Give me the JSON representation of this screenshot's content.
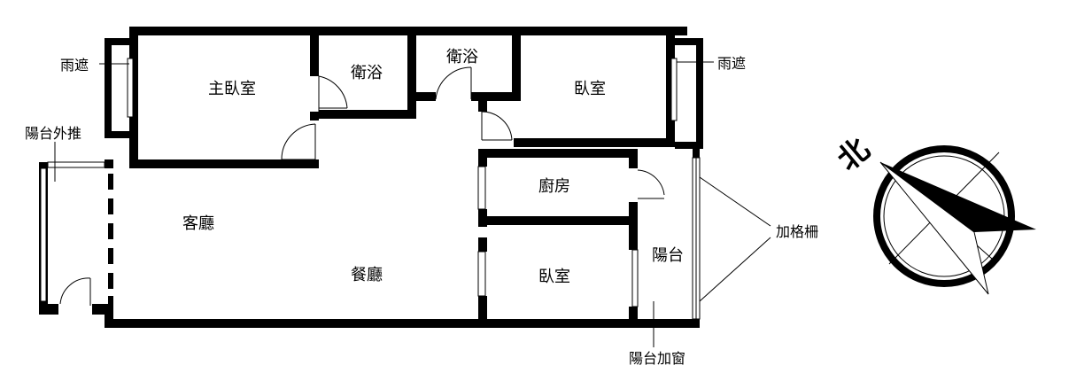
{
  "rooms": {
    "master_bedroom": "主臥室",
    "bath_1": "衛浴",
    "bath_2": "衛浴",
    "bedroom_ne": "臥室",
    "living_room": "客廳",
    "dining_room": "餐廳",
    "kitchen": "廚房",
    "bedroom_s": "臥室",
    "balcony": "陽台"
  },
  "annotations": {
    "awning_left": "雨遮",
    "awning_right": "雨遮",
    "balcony_pushout": "陽台外推",
    "grille": "加格柵",
    "balcony_window": "陽台加窗"
  },
  "compass": {
    "north_label": "北"
  }
}
